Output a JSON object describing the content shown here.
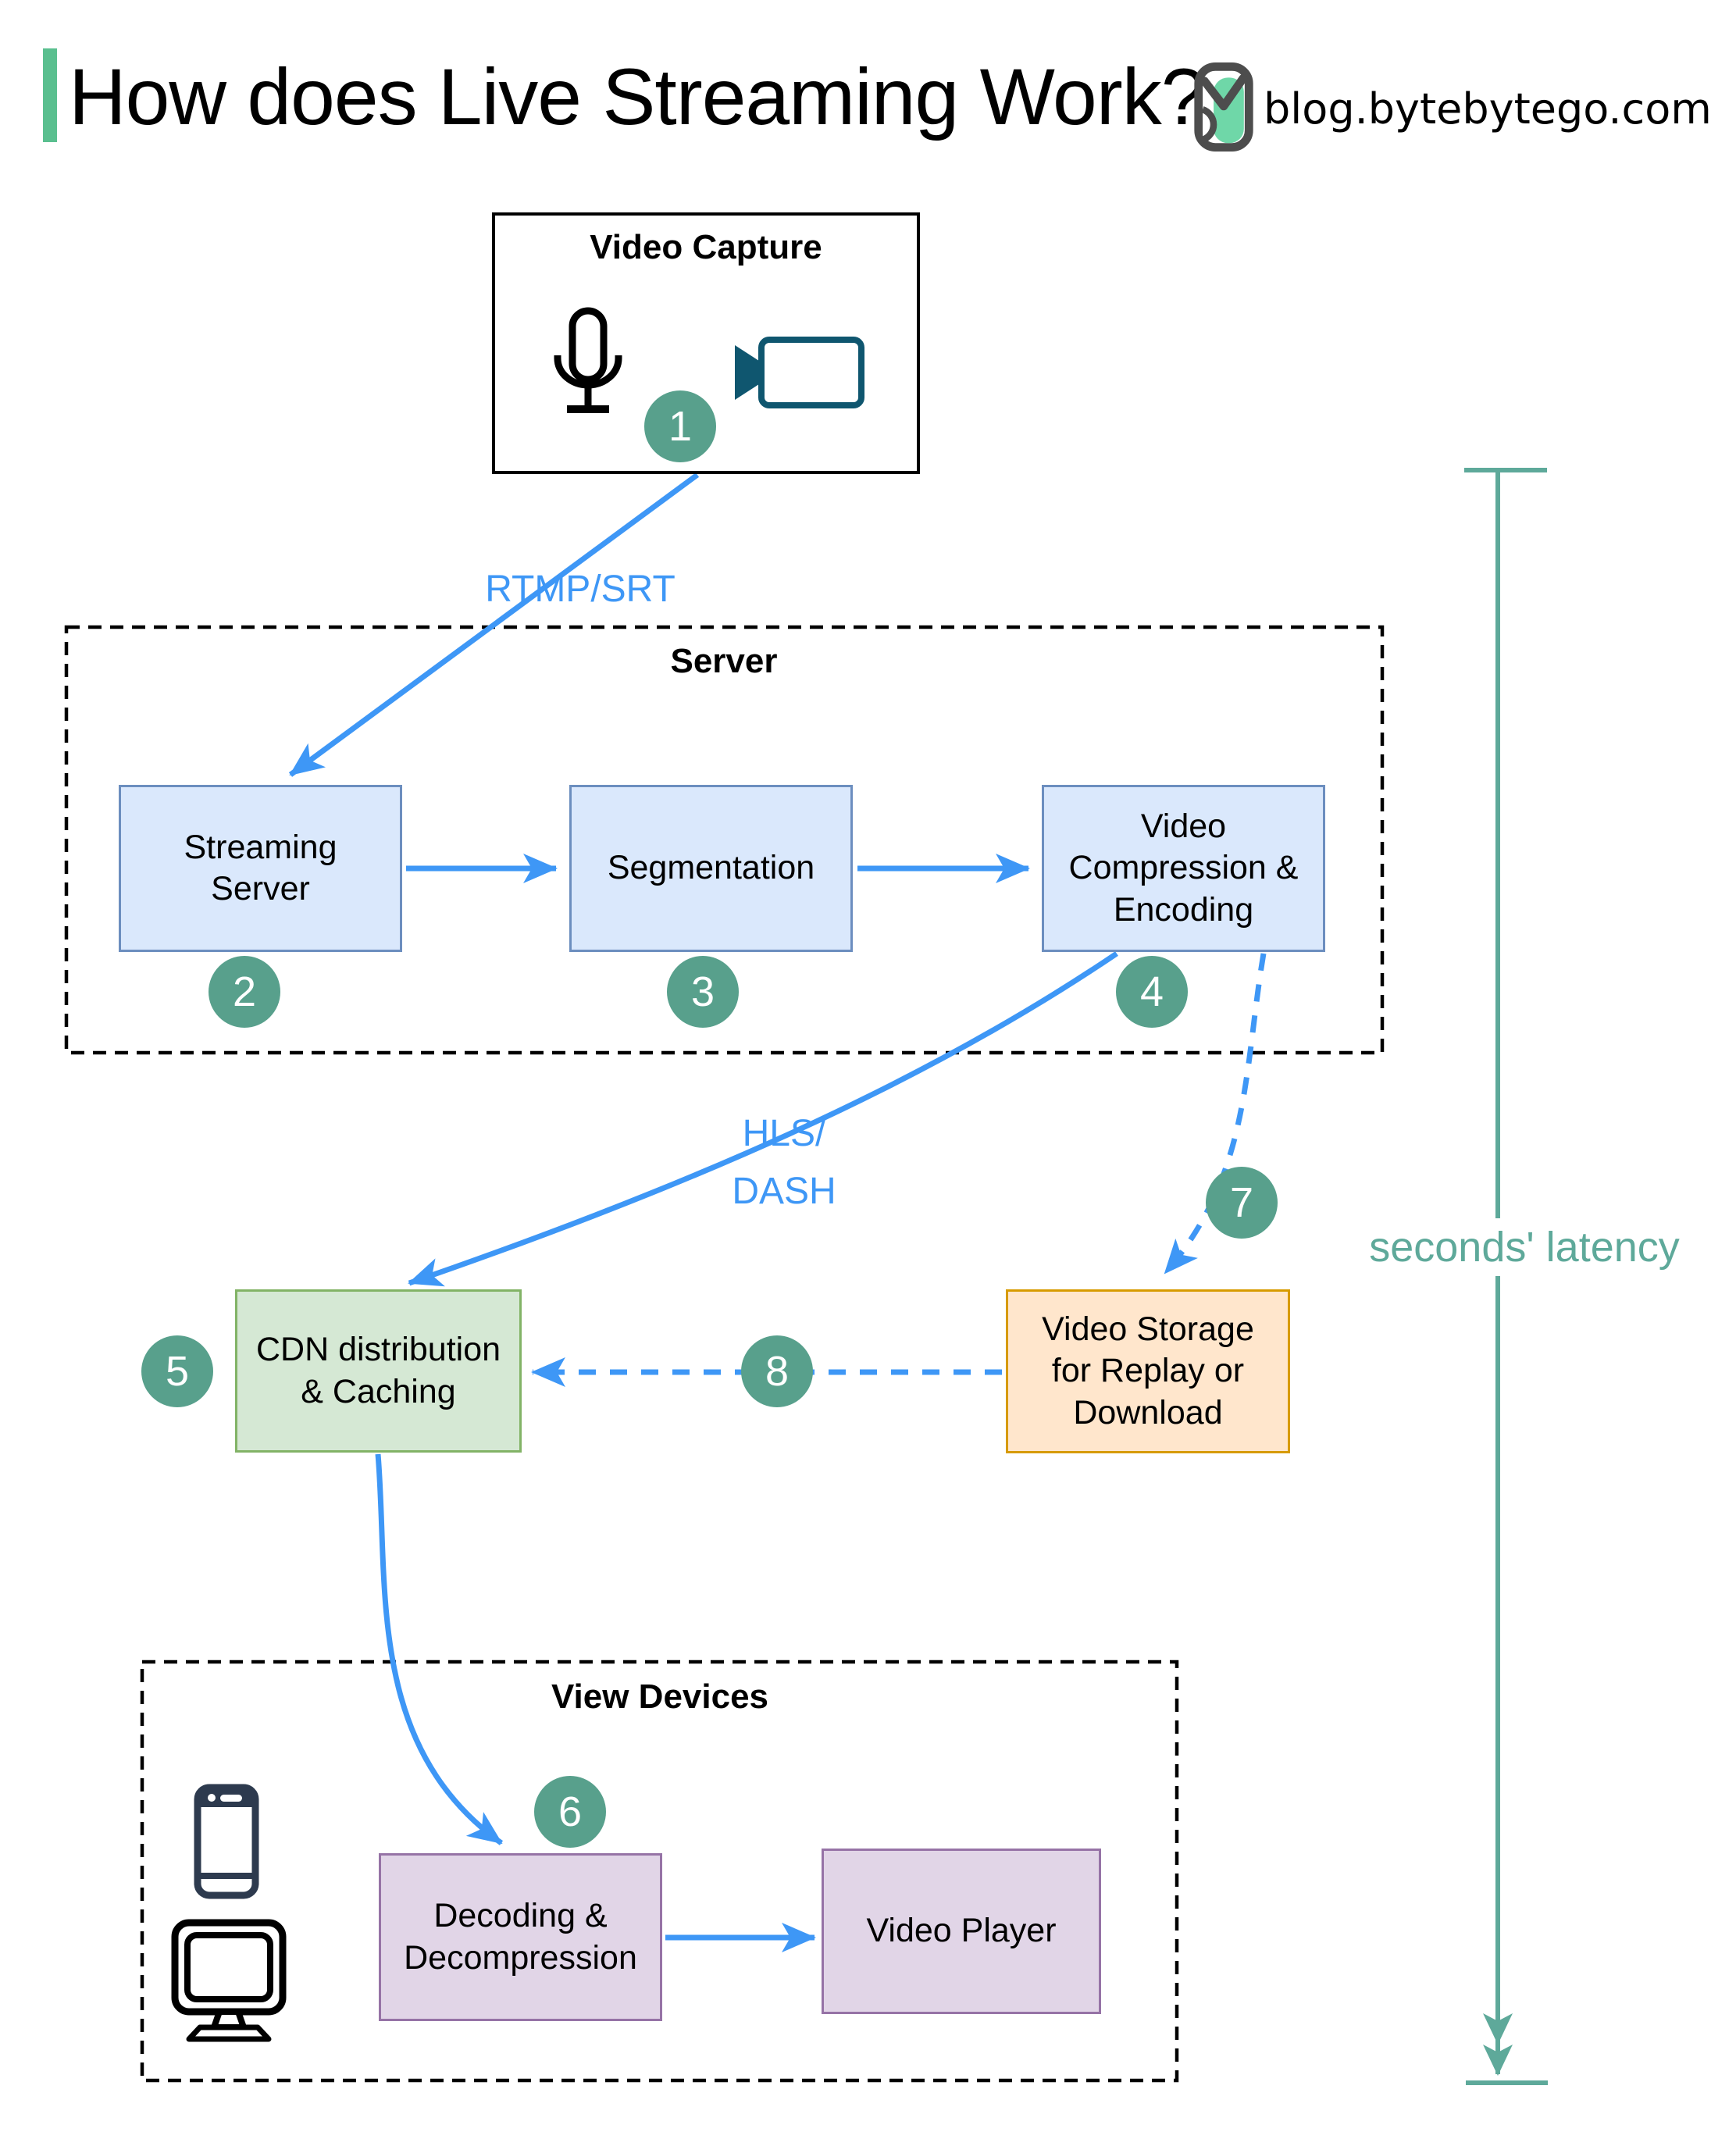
{
  "header": {
    "title": "How does Live Streaming Work?",
    "site_label": "blog.bytebytego.com"
  },
  "capture": {
    "title": "Video Capture",
    "badge": "1"
  },
  "server_group": {
    "title": "Server"
  },
  "view_group": {
    "title": "View Devices"
  },
  "nodes": {
    "streaming": {
      "label": "Streaming\nServer",
      "badge": "2"
    },
    "segmentation": {
      "label": "Segmentation",
      "badge": "3"
    },
    "compression": {
      "label": "Video\nCompression &\nEncoding",
      "badge": "4"
    },
    "cdn": {
      "label": "CDN distribution\n& Caching",
      "badge": "5"
    },
    "storage": {
      "label": "Video Storage\nfor Replay or\nDownload"
    },
    "decoding": {
      "label": "Decoding &\nDecompression",
      "badge": "6"
    },
    "player": {
      "label": "Video Player"
    }
  },
  "edges": {
    "capture_to_server_protocol": "RTMP/SRT",
    "server_to_cdn_protocol": "HLS/\nDASH",
    "storage_in_badge": "7",
    "storage_out_badge": "8"
  },
  "latency": {
    "label": "seconds' latency"
  },
  "colors": {
    "accent_green": "#5ABF8F",
    "arrow_blue": "#3E97F6",
    "badge_teal": "#58A08C",
    "latency_teal": "#5EA99A",
    "node_blue_fill": "#DAE8FC",
    "node_blue_border": "#6C8EBF",
    "node_green_fill": "#D5E8D4",
    "node_green_border": "#82B366",
    "node_orange_fill": "#FFE6CC",
    "node_orange_border": "#D79B00",
    "node_purple_fill": "#E1D5E7",
    "node_purple_border": "#9673A6",
    "camera_icon": "#0F566F",
    "phone_icon": "#2D3A4E"
  }
}
